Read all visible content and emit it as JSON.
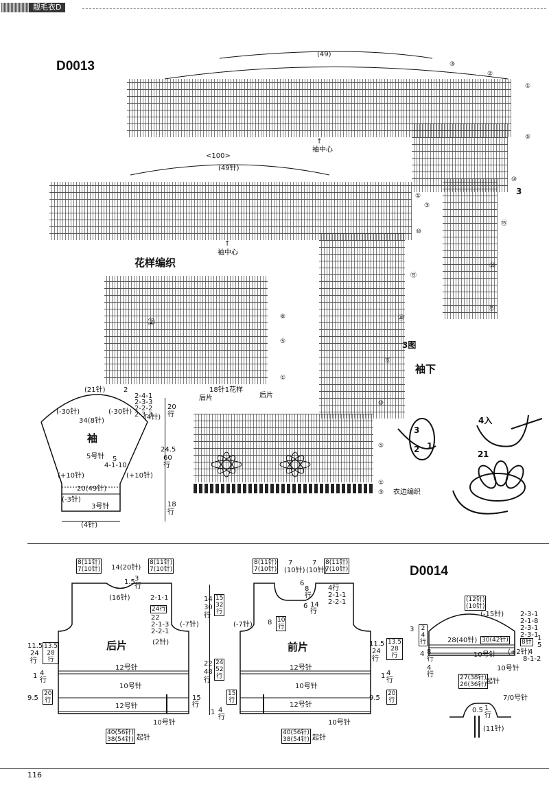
{
  "header": {
    "title": "靓毛衣D"
  },
  "page_number": "116",
  "d0013": {
    "code": "D0013",
    "top_chart": {
      "width_label": "(49)",
      "center_label": "袖中心"
    },
    "mid_chart": {
      "width_label": "(49针)",
      "outer_label": "<100>",
      "center_label": "袖中心"
    },
    "right_marks": [
      "③",
      "②",
      "①",
      "⑤",
      "⑩",
      "⑮",
      "⑳",
      "⑮",
      "⑩"
    ],
    "side_num": "3",
    "pattern_title": "花样编织",
    "pattern_rows": [
      "⑧",
      "⑤",
      "①"
    ],
    "pattern_circle": "②",
    "pattern_bottom": "18针1花样",
    "pattern_back": "后片",
    "pattern_back2": "后片",
    "fig3": "3图",
    "sleeve_under": "袖下",
    "edge_label": "衣边编织",
    "edge_rows": [
      "①",
      "③"
    ],
    "hem_marks": [
      "⑩",
      "⑤"
    ],
    "sleeve": {
      "title": "袖",
      "top": "(21针)",
      "left_dec": "(-30针)",
      "right_dec": "(-30针)",
      "width": "34(8针)",
      "right_4": "(4针)",
      "dec_list": [
        "2",
        "2-4-1",
        "2-3-3",
        "2-2-2",
        "2-3-3"
      ],
      "needle": "5号针",
      "inc": [
        "5",
        "4-1-10"
      ],
      "left_inc": "(+10针)",
      "right_inc": "(+10针)",
      "bottom_width": "20(49针)",
      "cuff_dec": "(-3针)",
      "cuff_needle": "3号针",
      "cuff_bottom": "(4针)",
      "h1": [
        "20",
        "行"
      ],
      "h2": [
        "24.5",
        "60",
        "行"
      ],
      "h3": [
        "18",
        "行"
      ]
    },
    "stitch_labels": [
      "3",
      "2",
      "1",
      "4入",
      "2",
      "1"
    ]
  },
  "d0014": {
    "code": "D0014",
    "back": {
      "title": "后片",
      "top_left_box": [
        "8(11针)",
        "7(10针)"
      ],
      "top_mid": "14(20针)",
      "top_right_box": [
        "8(11针)",
        "7(10针)"
      ],
      "neck": [
        "1.5",
        "3",
        "行"
      ],
      "neck_dec": "2-1-1",
      "neck_st": "(16针)",
      "row_box": "24行",
      "dec_list": [
        "22",
        "2-1-3",
        "2-2-1"
      ],
      "right_dec": "(-7针)",
      "mid_dec": "(2针)",
      "left_h": [
        "11.5",
        "24",
        "行"
      ],
      "left_box": [
        "13.5",
        "28",
        "行"
      ],
      "needle12": "12号针",
      "needle10": "10号针",
      "needle12b": "12号针",
      "left_a": [
        "1",
        "4",
        "行"
      ],
      "left_b": [
        "9.5",
        "20",
        "行"
      ],
      "right_15": [
        "15",
        "行"
      ],
      "bottom_needle": "10号针",
      "bottom_box": [
        "40(56针)",
        "38(54针)"
      ],
      "bottom_suffix": "起针"
    },
    "center_dims": {
      "a": [
        "14",
        "30",
        "行"
      ],
      "a_box": [
        "15",
        "32",
        "行"
      ],
      "b": [
        "22",
        "48",
        "行"
      ],
      "b_box": [
        "24",
        "52",
        "行"
      ],
      "c": [
        "1",
        "4",
        "行"
      ]
    },
    "front": {
      "title": "前片",
      "top_left_box": [
        "8(11针)",
        "7(10针)"
      ],
      "top_mid": [
        "7",
        "7"
      ],
      "top_mid_b": [
        "(10针)",
        "(10针)"
      ],
      "top_right_box": [
        "8(11针)",
        "7(10针)"
      ],
      "neck": [
        "6",
        "8",
        "行"
      ],
      "neck_list": [
        "4行",
        "2-1-1",
        "2-2-1"
      ],
      "neck_h": [
        "6",
        "14",
        "行"
      ],
      "left_dec": "(-7针)",
      "mid_box": [
        "8",
        "10",
        "行"
      ],
      "left_h": [
        "11.5",
        "24",
        "行"
      ],
      "right_box": [
        "13.5",
        "28",
        "行"
      ],
      "needle12": "12号针",
      "needle10": "10号针",
      "needle12b": "12号针",
      "left_15": [
        "15",
        "行"
      ],
      "right_b": [
        "9.5",
        "20",
        "行"
      ],
      "right_a": [
        "1",
        "4",
        "行"
      ],
      "bottom_needle": "10号针",
      "bottom_box": [
        "40(56针)",
        "38(54针)"
      ],
      "bottom_suffix": "起针"
    },
    "sleeve": {
      "top_box": [
        "(12针)",
        "(10针)"
      ],
      "left_dec": "(-15针)",
      "dec_list": [
        "2-3-1",
        "2-1-8",
        "2-3-1",
        "2-3-1"
      ],
      "width_a": "28(40针)",
      "width_b": "30(42针)",
      "left_box": [
        "2",
        "4",
        "行"
      ],
      "left_b": [
        "3",
        "8",
        "行"
      ],
      "right_box": [
        "8针"
      ],
      "right_inc": [
        "4",
        "8-1-2"
      ],
      "right_plus": "(+2针)",
      "side_h": [
        "4",
        "8",
        "行"
      ],
      "right_v": [
        "1",
        "5",
        "行"
      ],
      "needle10": "10号针",
      "needle10b": "10号针",
      "left_4": [
        "4",
        "行"
      ],
      "bottom_box": [
        "27(38针)",
        "26(36针)"
      ],
      "bottom_suffix": "起针",
      "needle7": "7/0号针",
      "tab_a": [
        "0.5",
        "1",
        "行"
      ],
      "tab_b": "(11针)"
    }
  }
}
